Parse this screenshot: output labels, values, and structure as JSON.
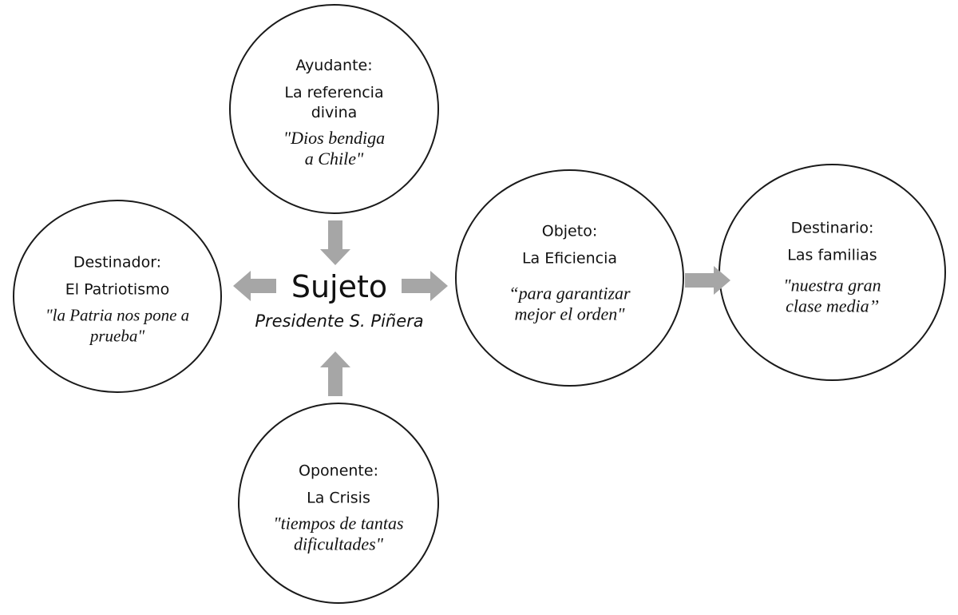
{
  "diagram": {
    "center": {
      "title": "Sujeto",
      "subtitle": "Presidente S. Piñera"
    },
    "nodes": {
      "ayudante": {
        "role": "Ayudante:",
        "name_line1": "La referencia",
        "name_line2": "divina",
        "quote_line1": "\"Dios bendiga",
        "quote_line2": "a Chile\""
      },
      "destinador": {
        "role": "Destinador:",
        "name_line1": "El Patriotismo",
        "quote_line1": "\"la Patria nos pone a",
        "quote_line2": "prueba\""
      },
      "objeto": {
        "role": "Objeto:",
        "name_line1": "La Eficiencia",
        "quote_line1": "“para garantizar",
        "quote_line2": "mejor el orden\""
      },
      "destinario": {
        "role": "Destinario:",
        "name_line1": "Las familias",
        "quote_line1": "\"nuestra gran",
        "quote_line2": "clase media’’"
      },
      "oponente": {
        "role": "Oponente:",
        "name_line1": "La Crisis",
        "quote_line1": "\"tiempos de tantas",
        "quote_line2": "dificultades\""
      }
    },
    "colors": {
      "arrow": "#a6a6a6",
      "circle_border": "#1a1a1a",
      "text": "#111111"
    }
  }
}
